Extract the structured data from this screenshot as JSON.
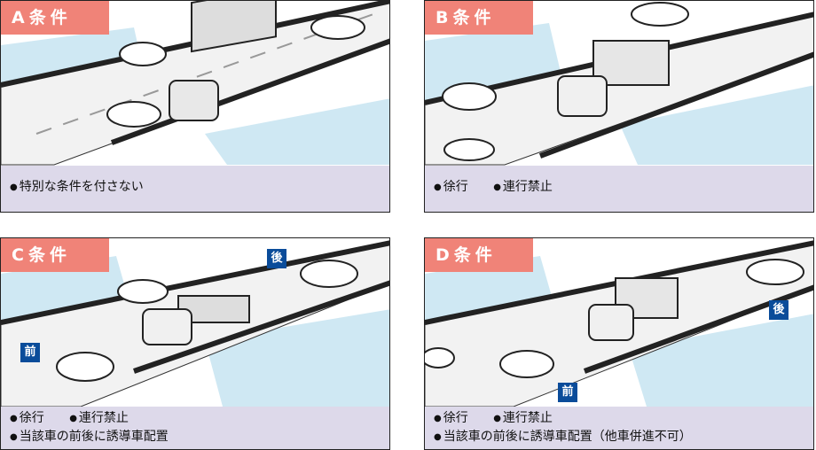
{
  "panels": [
    {
      "label": "A条件",
      "items": [
        [
          "特別な条件を付さない"
        ]
      ]
    },
    {
      "label": "B条件",
      "items": [
        [
          "徐行",
          "連行禁止"
        ]
      ]
    },
    {
      "label": "C条件",
      "items": [
        [
          "徐行",
          "連行禁止"
        ],
        [
          "当該車の前後に誘導車配置"
        ]
      ],
      "signs": {
        "rear": "後",
        "front": "前"
      }
    },
    {
      "label": "D条件",
      "items": [
        [
          "徐行",
          "連行禁止"
        ],
        [
          "当該車の前後に誘導車配置（他車併進不可）"
        ]
      ],
      "signs": {
        "rear": "後",
        "front": "前"
      }
    }
  ],
  "colors": {
    "tag": "#f08378",
    "caption": "#ddd9ea",
    "water": "#cfe8f3",
    "sign": "#0a4c9a"
  }
}
